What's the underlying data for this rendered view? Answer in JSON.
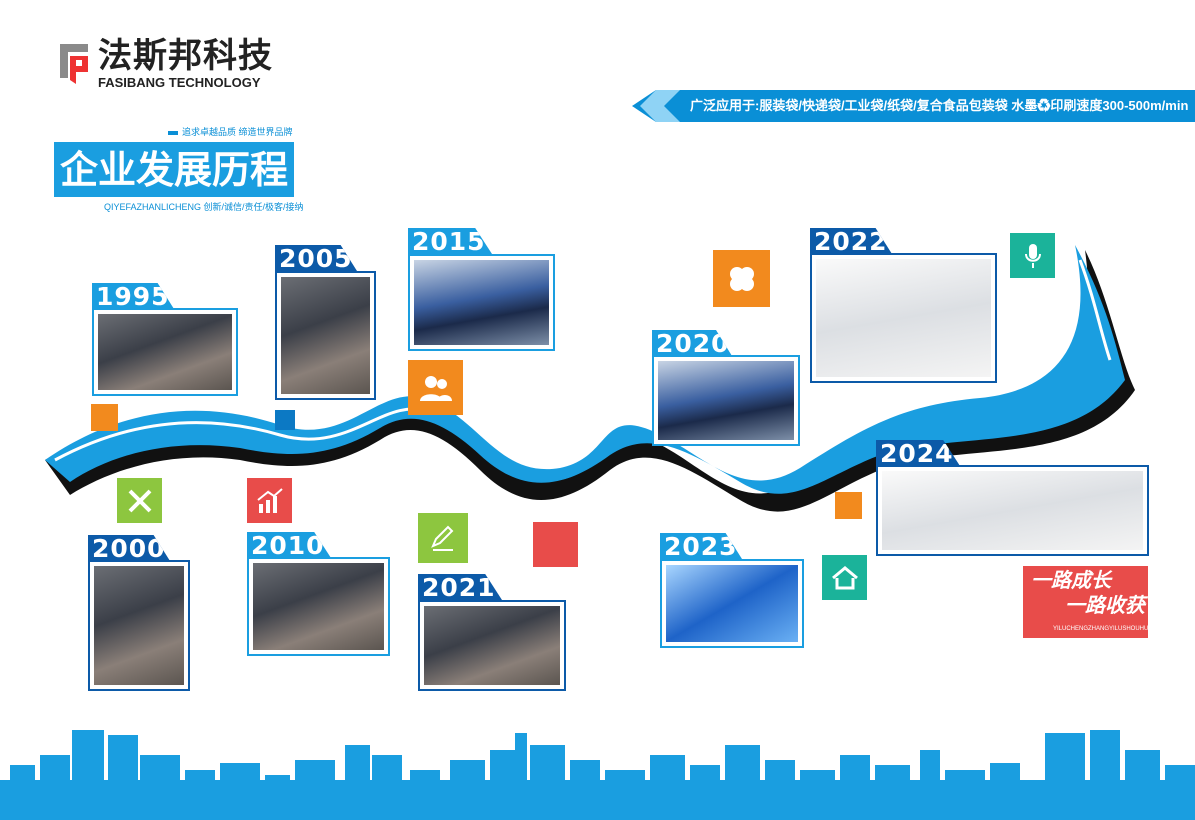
{
  "brand": {
    "name_cn": "法斯邦科技",
    "name_en": "FASIBANG TECHNOLOGY"
  },
  "banner": {
    "text": "广泛应用于:服装袋/快递袋/工业袋/纸袋/复合食品包装袋  水墨♻印刷速度300-500m/min"
  },
  "header": {
    "slogan": "追求卓越品质  缔造世界品牌",
    "title": "企业发展历程",
    "subtitle": "QIYEFAZHANLICHENG  创新/诚信/责任/极客/接纳"
  },
  "milestones": [
    {
      "year": "1995"
    },
    {
      "year": "2005"
    },
    {
      "year": "2015"
    },
    {
      "year": "2020"
    },
    {
      "year": "2022"
    },
    {
      "year": "2000"
    },
    {
      "year": "2010"
    },
    {
      "year": "2021"
    },
    {
      "year": "2023"
    },
    {
      "year": "2024"
    }
  ],
  "motto": {
    "line1": "一路成长",
    "line2": "一路收获",
    "pinyin": "YILUCHENGZHANGYILUSHOUHUO"
  },
  "colors": {
    "blue": "#1a9ee0",
    "dark_blue": "#0c5aa8",
    "orange": "#f28a1e",
    "green": "#8dc63f",
    "red": "#e84c4a",
    "teal": "#1bb39a"
  }
}
